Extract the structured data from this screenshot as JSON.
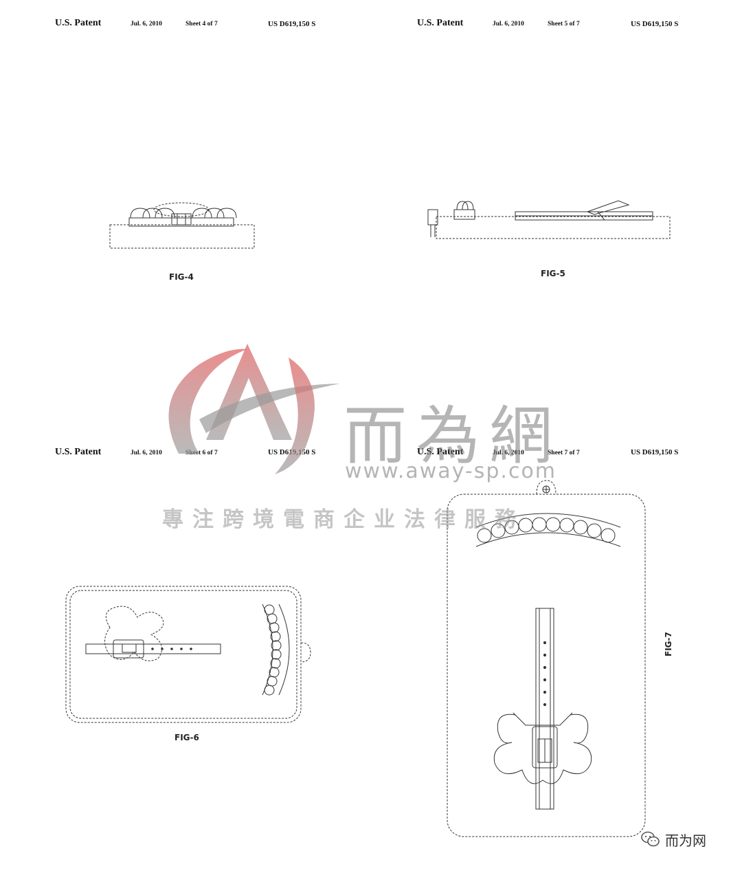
{
  "sheets": [
    {
      "patent": "U.S. Patent",
      "date": "Jul. 6, 2010",
      "sheet": "Sheet 4 of 7",
      "number": "US D619,150 S",
      "figure": "FIG-4"
    },
    {
      "patent": "U.S. Patent",
      "date": "Jul. 6, 2010",
      "sheet": "Sheet 5 of 7",
      "number": "US D619,150 S",
      "figure": "FIG-5"
    },
    {
      "patent": "U.S. Patent",
      "date": "Jul. 6, 2010",
      "sheet": "Sheet 6 of 7",
      "number": "US D619,150 S",
      "figure": "FIG-6"
    },
    {
      "patent": "U.S. Patent",
      "date": "Jul. 6, 2010",
      "sheet": "Sheet 7 of 7",
      "number": "US D619,150 S",
      "figure": "FIG-7"
    }
  ],
  "watermark": {
    "brand_chars": "而為網",
    "url": "www.away-sp.com",
    "slogan": "專注跨境電商企业法律服務",
    "colors": {
      "logo_red": "#e36b6b",
      "logo_gray": "#9a9a9a"
    }
  },
  "badge": {
    "name": "而为网",
    "icon": "wechat-icon"
  }
}
